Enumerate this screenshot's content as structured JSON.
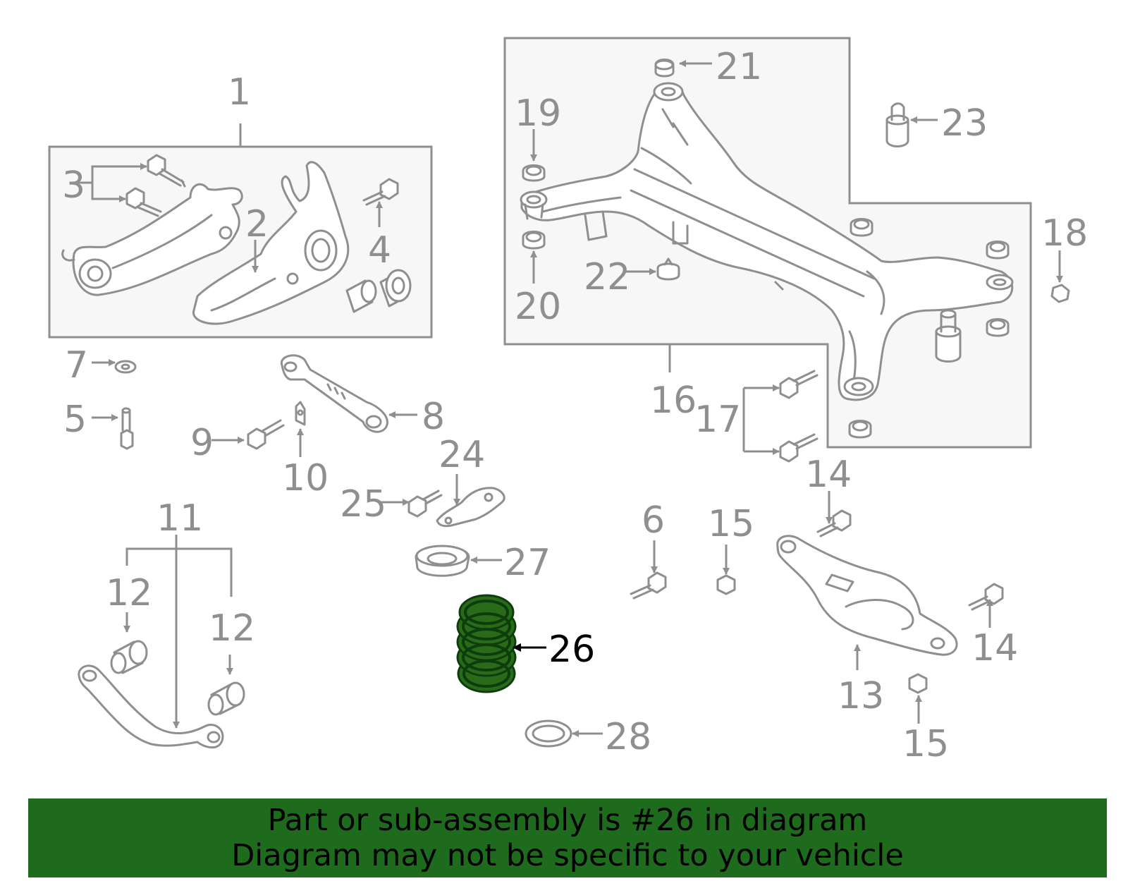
{
  "callouts": [
    {
      "id": "c1",
      "label": "1"
    },
    {
      "id": "c2",
      "label": "2"
    },
    {
      "id": "c3",
      "label": "3"
    },
    {
      "id": "c4",
      "label": "4"
    },
    {
      "id": "c5",
      "label": "5"
    },
    {
      "id": "c6",
      "label": "6"
    },
    {
      "id": "c7",
      "label": "7"
    },
    {
      "id": "c8",
      "label": "8"
    },
    {
      "id": "c9",
      "label": "9"
    },
    {
      "id": "c10",
      "label": "10"
    },
    {
      "id": "c11",
      "label": "11"
    },
    {
      "id": "c12a",
      "label": "12"
    },
    {
      "id": "c12b",
      "label": "12"
    },
    {
      "id": "c13",
      "label": "13"
    },
    {
      "id": "c14a",
      "label": "14"
    },
    {
      "id": "c14b",
      "label": "14"
    },
    {
      "id": "c15a",
      "label": "15"
    },
    {
      "id": "c15b",
      "label": "15"
    },
    {
      "id": "c16",
      "label": "16"
    },
    {
      "id": "c17",
      "label": "17"
    },
    {
      "id": "c18",
      "label": "18"
    },
    {
      "id": "c19",
      "label": "19"
    },
    {
      "id": "c20",
      "label": "20"
    },
    {
      "id": "c21",
      "label": "21"
    },
    {
      "id": "c22",
      "label": "22"
    },
    {
      "id": "c23",
      "label": "23"
    },
    {
      "id": "c24",
      "label": "24"
    },
    {
      "id": "c25",
      "label": "25"
    },
    {
      "id": "c26",
      "label": "26",
      "highlighted": true
    },
    {
      "id": "c27",
      "label": "27"
    },
    {
      "id": "c28",
      "label": "28"
    }
  ],
  "colors": {
    "line_art": "#8f8f8f",
    "highlight_part": "#2a6b1a",
    "banner_bg": "#1e6b1e",
    "banner_text": "#000000"
  },
  "banner": {
    "line1": "Part or sub-assembly is #26 in diagram",
    "line2": "Diagram may not be specific to your vehicle"
  }
}
